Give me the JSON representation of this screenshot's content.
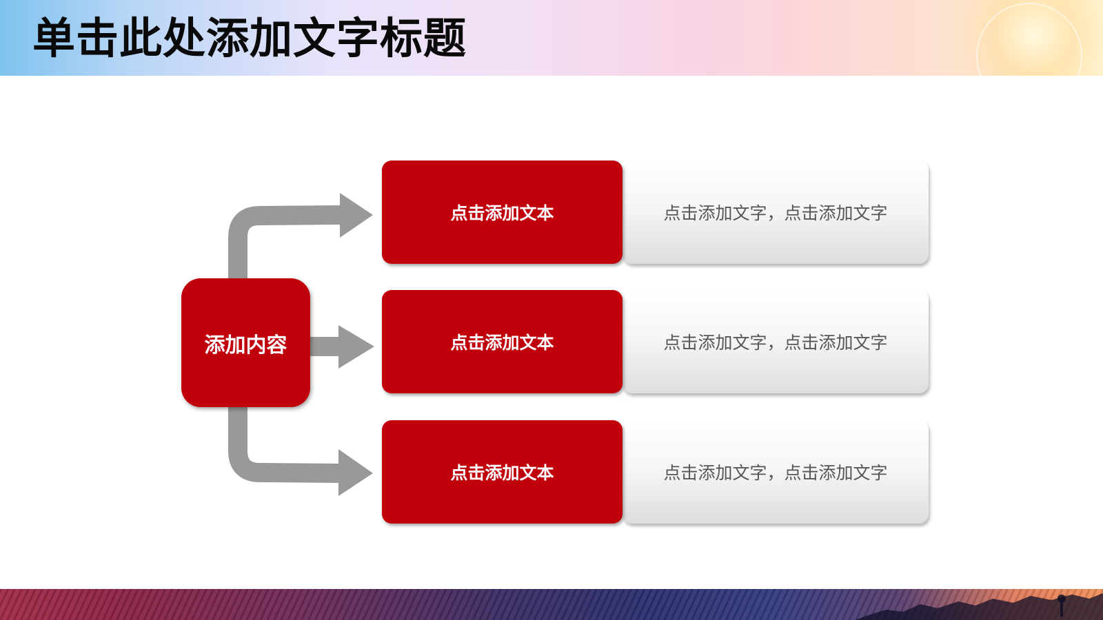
{
  "slide": {
    "title": "单击此处添加文字标题"
  },
  "diagram": {
    "center_label": "添加内容",
    "rows": [
      {
        "label": "点击添加文本",
        "description": "点击添加文字，点击添加文字"
      },
      {
        "label": "点击添加文本",
        "description": "点击添加文字，点击添加文字"
      },
      {
        "label": "点击添加文本",
        "description": "点击添加文字，点击添加文字"
      }
    ]
  },
  "colors": {
    "accent_red": "#c0000a",
    "connector_gray": "#999999",
    "description_text": "#555555"
  },
  "icons": {
    "connector": "arrow-right-icon"
  }
}
